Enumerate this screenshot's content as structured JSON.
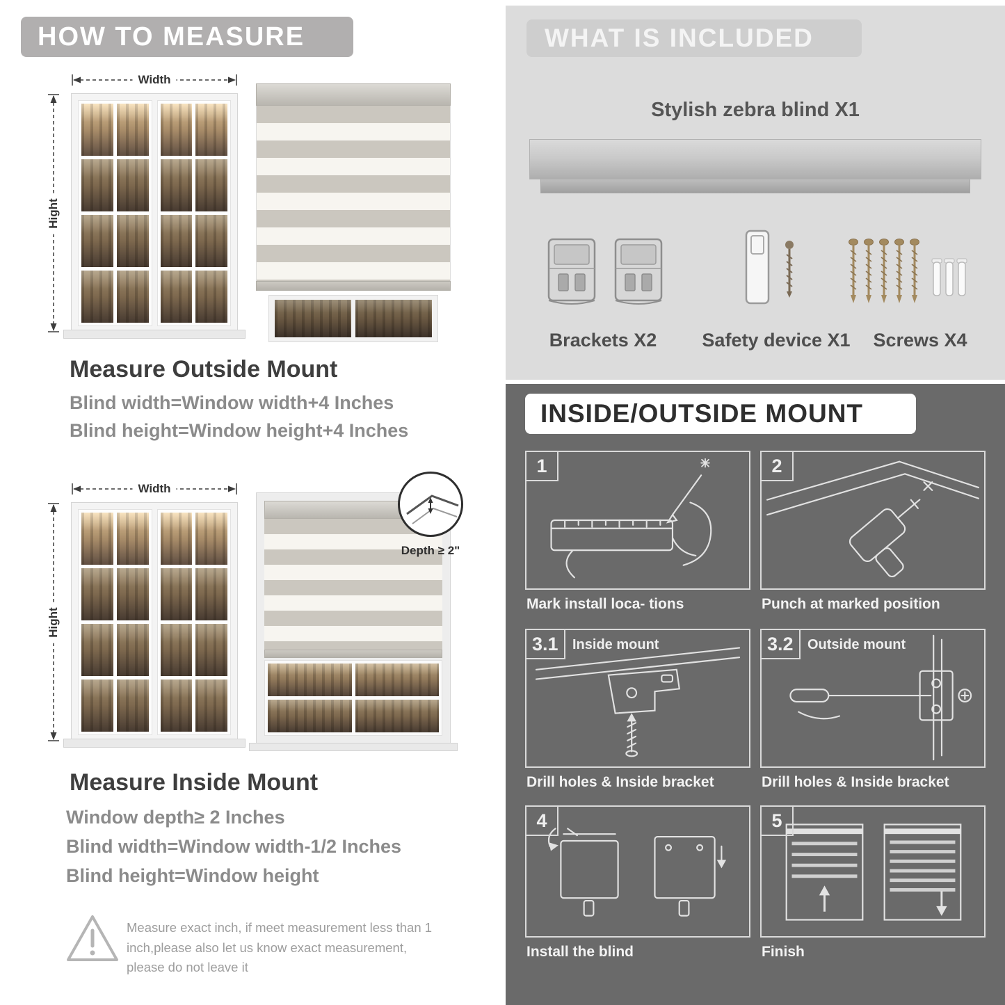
{
  "colors": {
    "banner_gray": "#b1afaf",
    "light_panel": "#dcdcdc",
    "dark_panel": "#6a6a6a"
  },
  "measure": {
    "header": "HOW TO MEASURE",
    "width_label": "Width",
    "height_label": "Hight",
    "outside": {
      "title": "Measure Outside Mount",
      "line1": "Blind width=Window width+4 Inches",
      "line2": "Blind height=Window height+4 Inches"
    },
    "inside": {
      "depth_callout": "Depth ≥ 2\"",
      "title": "Measure Inside Mount",
      "line1": "Window depth≥ 2 Inches",
      "line2": "Blind width=Window width-1/2 Inches",
      "line3": "Blind height=Window height"
    },
    "warning": "Measure exact inch, if meet measurement less than 1 inch,please also let us know exact measurement, please do not leave it"
  },
  "included": {
    "header": "WHAT IS INCLUDED",
    "product": "Stylish zebra blind X1",
    "items": [
      {
        "label": "Brackets X2"
      },
      {
        "label": "Safety device X1"
      },
      {
        "label": "Screws X4"
      }
    ]
  },
  "mount": {
    "header": "INSIDE/OUTSIDE MOUNT",
    "steps": [
      {
        "num": "1",
        "title": "",
        "caption": "Mark install loca- tions"
      },
      {
        "num": "2",
        "title": "",
        "caption": "Punch at  marked position"
      },
      {
        "num": "3.1",
        "title": "Inside mount",
        "caption": "Drill holes &  Inside bracket"
      },
      {
        "num": "3.2",
        "title": "Outside mount",
        "caption": "Drill holes &  Inside bracket"
      },
      {
        "num": "4",
        "title": "",
        "caption": "Install the blind"
      },
      {
        "num": "5",
        "title": "",
        "caption": "Finish"
      }
    ]
  }
}
